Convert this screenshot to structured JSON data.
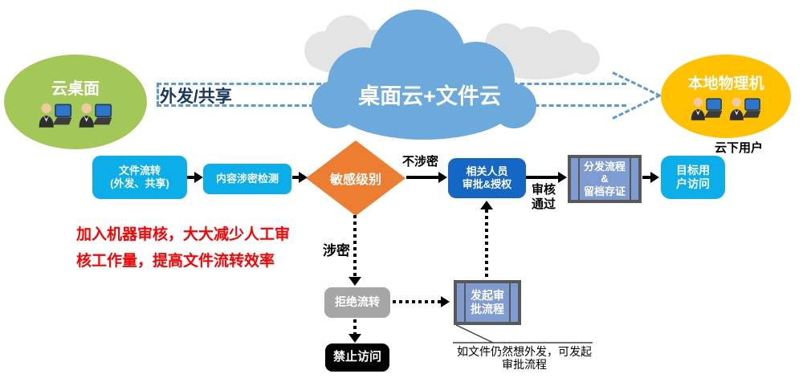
{
  "colors": {
    "green": "#A3C857",
    "yellow": "#FFC000",
    "cloudblue": "#6CA9DC",
    "cloudgray": "#E4E4E4",
    "cyan": "#0BAEE8",
    "darkblue": "#1467C4",
    "orange": "#ED7D31",
    "periwinkle": "#7E9CD2",
    "gray": "#A6A6A6",
    "red": "#FF0000",
    "navy": "#17375D",
    "dashblue": "#5B9BD5",
    "procborder": "#595959"
  },
  "header": {
    "cloud_desktop_label": "云桌面",
    "flow_arrow_label": "外发/共享",
    "cloud_label": "桌面云+文件云",
    "local_machine_label": "本地物理机",
    "local_machine_caption": "云下用户"
  },
  "flow": {
    "nodes": {
      "file_transfer": "文件流转\n(外发、共享)",
      "content_check": "内容涉密检测",
      "sensitivity": "敏感级别",
      "approval": "相关人员\n审批&授权",
      "distribution": "分发流程\n&\n留档存证",
      "target_access": "目标用\n户访问",
      "reject": "拒绝流转",
      "forbid": "禁止访问",
      "initiate_approval": "发起审\n批流程"
    },
    "edge_labels": {
      "not_secret": "不涉密",
      "secret": "涉密",
      "approved": "审核通过"
    }
  },
  "notes": {
    "machine_review_line1": "加入机器审核，大大减少人工审",
    "machine_review_line2": "核工作量，提高文件流转效率",
    "resubmit_line1": "如文件仍然想外发，可发起",
    "resubmit_line2": "审批流程"
  }
}
